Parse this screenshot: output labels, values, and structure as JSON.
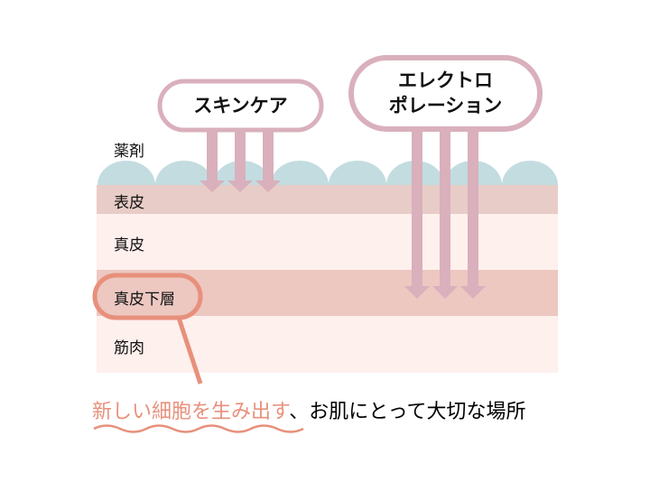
{
  "layers": {
    "drug": "薬剤",
    "epidermis": "表皮",
    "dermis": "真皮",
    "subdermis": "真皮下層",
    "muscle": "筋肉"
  },
  "treatments": {
    "skincare": "スキンケア",
    "electroporation_line1": "エレクトロ",
    "electroporation_line2": "ポレーション"
  },
  "caption": {
    "highlight": "新しい細胞を生み出す",
    "rest": "、お肌にとって大切な場所"
  },
  "colors": {
    "arrow": "#d9b0bc",
    "accent": "#e8907c",
    "drug": "#c3dce0",
    "epidermis": "#e8ccc7",
    "dermis": "#fdf0ed",
    "subdermis": "#ecc8c1"
  }
}
